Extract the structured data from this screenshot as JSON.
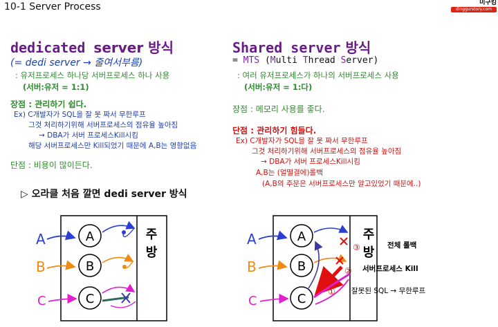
{
  "header": {
    "section": "10-1 Server Process",
    "logo_top": "미구킹",
    "logo_bottom": "dinggurstory.com"
  },
  "left": {
    "title_mono": "dedicated ",
    "title_bold": "server",
    "title_kr": " 방식",
    "subtitle": "(= dedi server → 줄여서부름)",
    "desc": ": 유저프로세스 하나당 서버프로세스 하나 사용",
    "ratio": "(서버:유저 = 1:1)",
    "pro_label": "장점 : 관리하기 쉽다.",
    "ex1": "Ex) C개발자가 SQL을 잘 못 짜서 무한루프",
    "ex2": "그것 처리하기위해 서버프로세스의 점유율 높아짐",
    "ex3": "→ DBA가 서버 프로세스Kill시킴",
    "ex4": "해당 서버프로세스만 Kill되었기 때문에 A,B는 영향없음",
    "con": "단점 : 비용이 많이든다.",
    "oracle": "▷  오라클 처음 깔면 dedi server 방식"
  },
  "right": {
    "title_mono": "Shared server",
    "title_kr": " 방식",
    "subtitle_pre": "= ",
    "subtitle_mts": "MTS",
    "subtitle_post": " (",
    "subtitle_m": "M",
    "subtitle_mid": "ulti ",
    "subtitle_t": "T",
    "subtitle_mid2": "hread ",
    "subtitle_s": "S",
    "subtitle_end": "erver)",
    "desc": ": 여러 유저프로세스가 하나의 서버프로세스 사용",
    "ratio": "(서버:유저 = 1:다)",
    "pro": "장점 : 메모리 사용를 좋다.",
    "con_label": "단점 : 관리하기 힘들다.",
    "ex1": "Ex) C개발자가 SQL을 잘 못 짜서 무한루프",
    "ex2": "그것 처리하기위해 서버프로세스의 점유율 높아짐",
    "ex3": "→ DBA가 서버 프로세스Kill시킴",
    "ex4": "A,B는 (얼떨결에)롤백",
    "ex5": "(A,B의 주문은 서버프로세스만 알고있었기 때문에..)"
  },
  "diagram_left": {
    "users": [
      "A",
      "B",
      "C"
    ],
    "servers": [
      "A",
      "B",
      "C"
    ],
    "kitchen": [
      "주",
      "방"
    ]
  },
  "diagram_right": {
    "users": [
      "A",
      "B",
      "C"
    ],
    "servers": [
      "A",
      "B",
      "C"
    ],
    "kitchen": [
      "주",
      "방"
    ],
    "n1": "①",
    "n2": "②",
    "n3": "③",
    "ann1": "잘못된 SQL → 무한루프",
    "ann2": "서버프로세스 Kill",
    "ann3": "전체 롤백"
  },
  "colors": {
    "purple": "#6a1b8a",
    "green": "#2e8b2e",
    "blue": "#1f3ea8",
    "red": "#cc1111",
    "magenta": "#e020d0",
    "orange": "#f08a10"
  }
}
